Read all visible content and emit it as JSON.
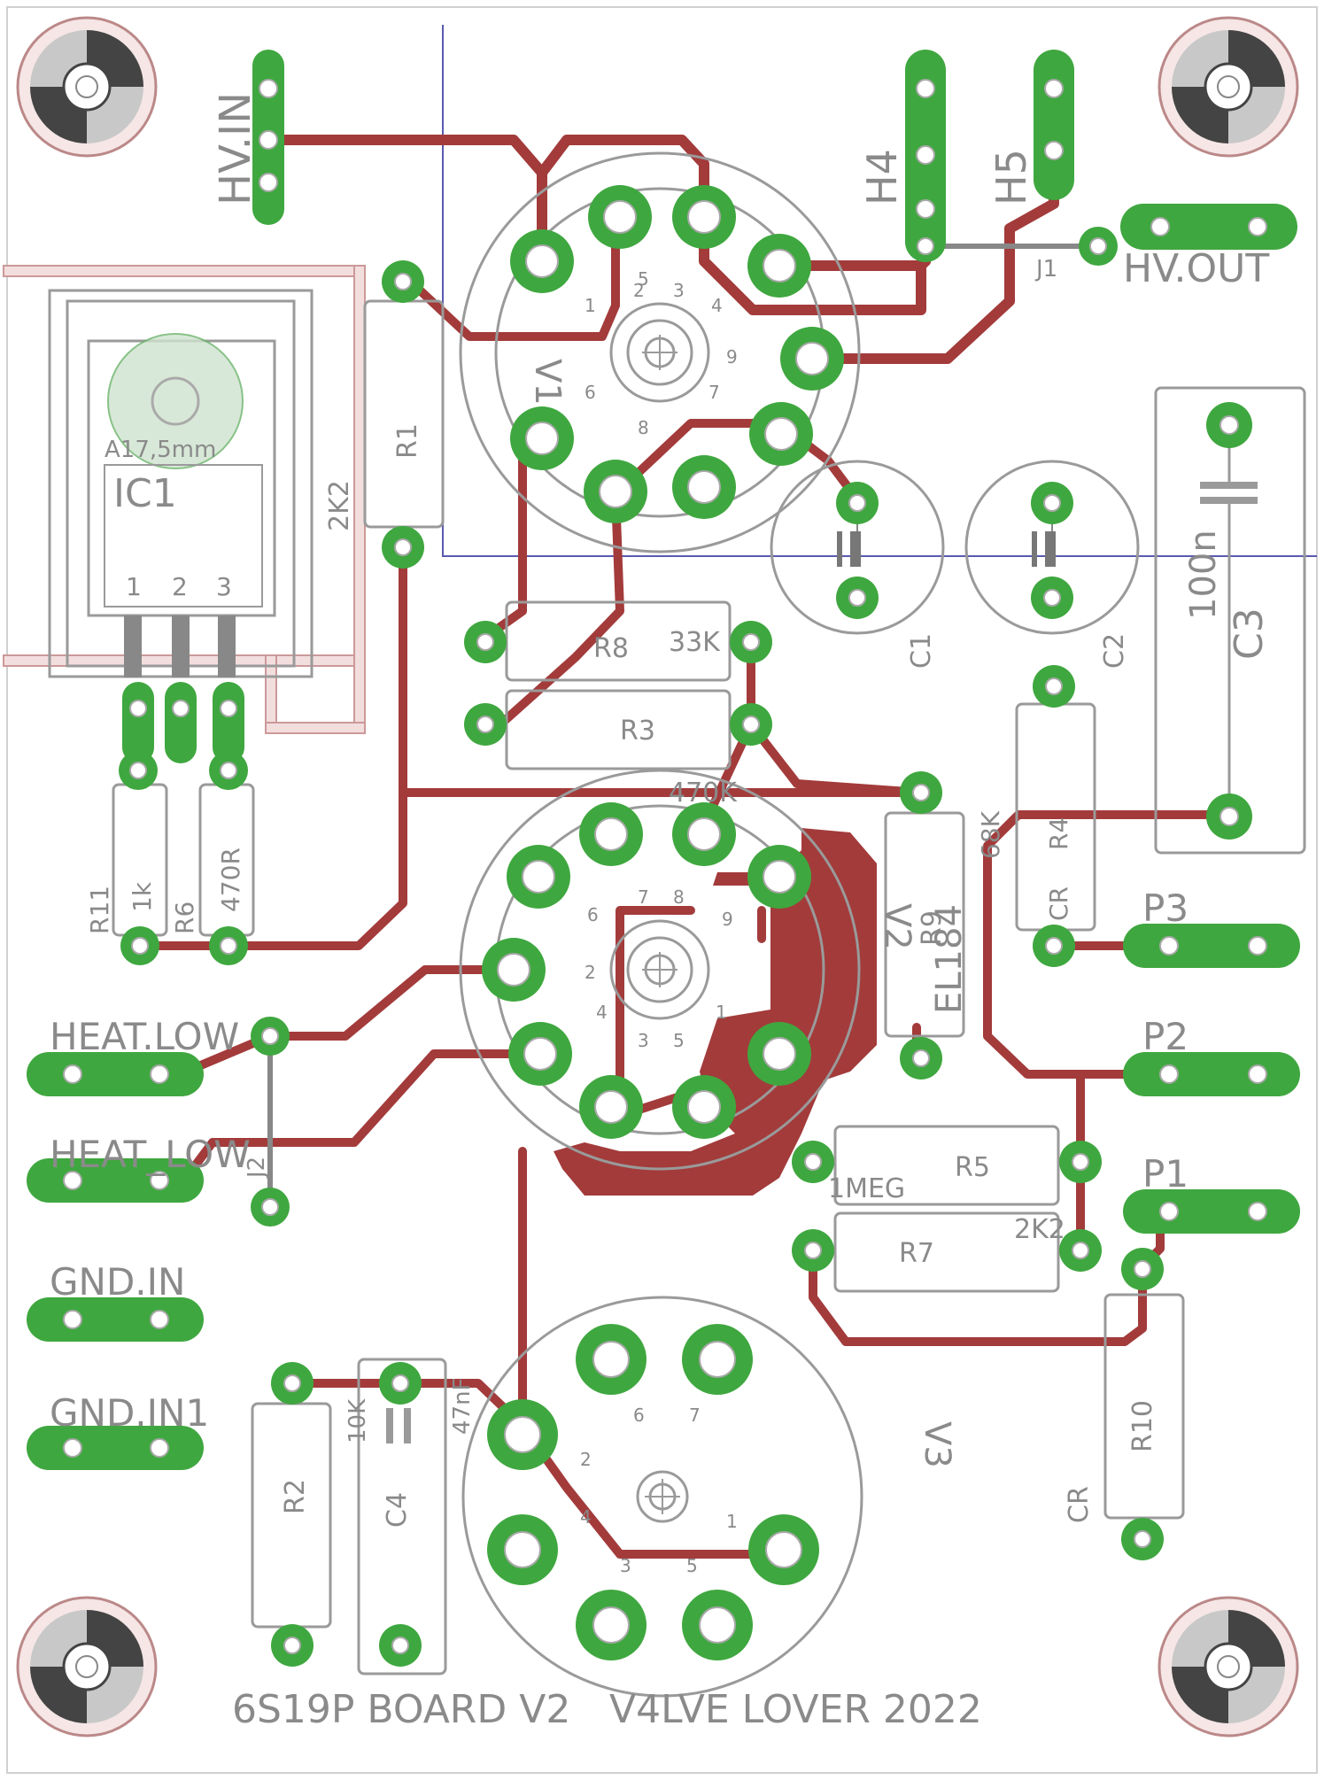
{
  "board": {
    "title": "6S19P BOARD V2",
    "credit": "V4LVE LOVER 2022",
    "colors": {
      "trace": "#a33b3b",
      "pad": "#3fa73f",
      "silk": "#9a9a9a",
      "outline": "#4a4aa0"
    }
  },
  "connectors": {
    "hv_in": "HV.IN",
    "hv_out": "HV.OUT",
    "h4": "H4",
    "h5": "H5",
    "j1": "J1",
    "heat_low_1": "HEAT.LOW",
    "heat_low_2": "HEAT_LOW",
    "gnd_in": "GND.IN",
    "gnd_in1": "GND.IN1",
    "p1": "P1",
    "p2": "P2",
    "p3": "P3",
    "j2": "J2"
  },
  "components": {
    "ic1": {
      "name": "IC1",
      "heatsink": "A17,5mm",
      "pins": [
        "1",
        "2",
        "3"
      ]
    },
    "r1": {
      "name": "R1",
      "value": "2K2"
    },
    "r2": {
      "name": "R2",
      "value": "10K"
    },
    "r3": {
      "name": "R3",
      "value": "470K"
    },
    "r4": {
      "name": "R4",
      "value": "68K",
      "type": "CR"
    },
    "r5": {
      "name": "R5",
      "value": "1MEG"
    },
    "r6": {
      "name": "R6",
      "value": "470R"
    },
    "r7": {
      "name": "R7",
      "value": "2K2"
    },
    "r8": {
      "name": "R8",
      "value": "33K"
    },
    "r9": {
      "name": "R9"
    },
    "r10": {
      "name": "R10",
      "type": "CR"
    },
    "r11": {
      "name": "R11",
      "value": "1k"
    },
    "c1": {
      "name": "C1"
    },
    "c2": {
      "name": "C2"
    },
    "c3": {
      "name": "C3",
      "value": "100n"
    },
    "c4": {
      "name": "C4",
      "value": "47nF"
    },
    "v1": {
      "name": "V1",
      "pins": [
        "1",
        "2",
        "3",
        "4",
        "5",
        "6",
        "7",
        "8",
        "9"
      ]
    },
    "v2": {
      "name": "V2",
      "tube": "EL184",
      "pins": [
        "1",
        "2",
        "3",
        "4",
        "5",
        "6",
        "7",
        "8",
        "9"
      ]
    },
    "v3": {
      "name": "V3",
      "pins": [
        "1",
        "2",
        "3",
        "4",
        "5",
        "6",
        "7"
      ]
    }
  }
}
